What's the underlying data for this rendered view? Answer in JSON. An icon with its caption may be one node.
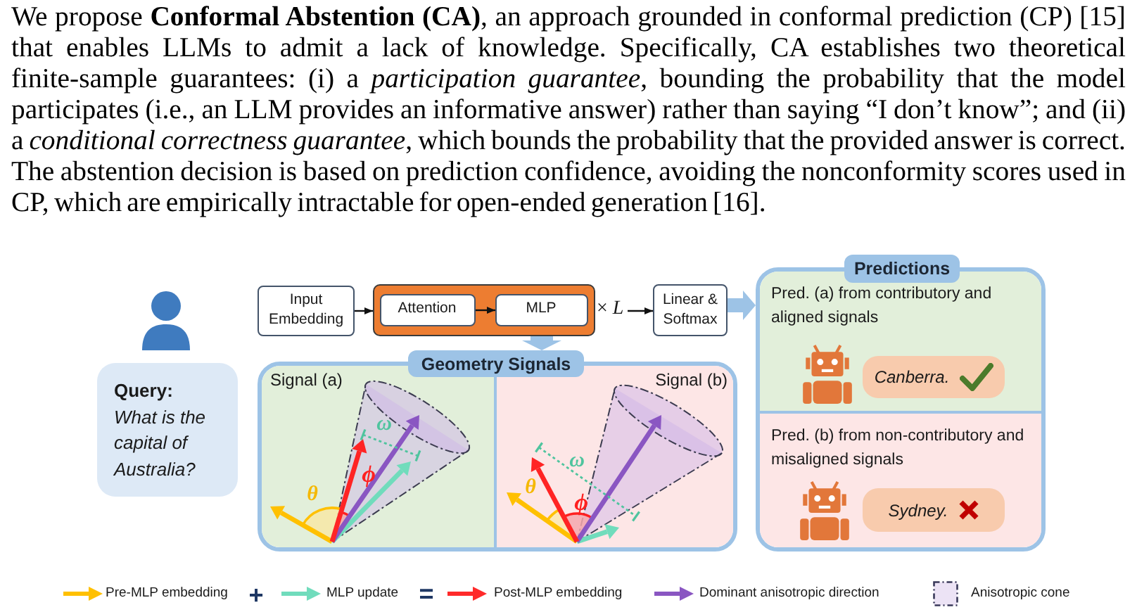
{
  "diagram": {
    "nodes": [
      {
        "text": [
          "Query:",
          "What is the capital of Australia?"
        ]
      },
      {
        "text": [
          "Input Embedding"
        ]
      },
      {
        "text": [],
        "shape": "box",
        "beside": [
          "× *L*"
        ]
      },
      {
        "text": [
          "Attention"
        ],
        "in": 2
      },
      {
        "text": [
          "MLP"
        ],
        "in": 2
      },
      {
        "text": [
          "Linear & Softmax"
        ]
      },
      {
        "text": [
          "Geometry Signals"
        ]
      },
      {
        "text": [
          "Signal (a)"
        ],
        "in": 6
      },
      {
        "text": [
          "Signal (b)"
        ],
        "in": 6
      },
      {
        "text": [
          "Predictions"
        ]
      },
      {
        "text": [
          "Pred. (a) from contributory and aligned signals"
        ],
        "in": 9
      },
      {
        "text": [
          "Canberra."
        ],
        "in": 10
      },
      {
        "text": [
          "Pred. (b) from non-contributory and misaligned signals"
        ],
        "in": 9
      },
      {
        "text": [
          "Sydney."
        ],
        "in": 12
      }
    ],
    "edges": [
      {
        "from": 1,
        "to": 2,
        "arrow": "to"
      },
      {
        "from": 3,
        "to": 4,
        "arrow": "to"
      },
      {
        "from": 2,
        "to": 5,
        "arrow": "to"
      },
      {
        "from": 2,
        "to": 6,
        "arrow": "to",
        "style": "thick",
        "color": "#9dc3e6"
      },
      {
        "from": 5,
        "to": 9,
        "arrow": "to",
        "style": "thick",
        "color": "#9dc3e6"
      }
    ],
    "labels": [
      "We propose **Conformal Abstention (CA)**, an approach grounded in conformal prediction (CP) [15] that enables LLMs to admit a lack of knowledge. Specifically, CA establishes two theoretical finite-sample guarantees: (i) a *participation guarantee*, bounding the probability that the model participates (i.e., an LLM provides an informative answer) rather than saying “I don’t know”; and (ii) a *conditional correctness guarantee*, which bounds the probability that the provided answer is correct. The abstention decision is based on prediction confidence, avoiding the nonconformity scores used in CP, which are empirically intractable for open-ended generation [16].",
      "ω",
      "ϕ",
      "θ",
      "ω",
      "θ",
      "ϕ",
      "+",
      "="
    ],
    "legend": [
      {
        "text": "Pre-MLP embedding"
      },
      {
        "text": "MLP update"
      },
      {
        "text": "Post-MLP embedding"
      },
      {
        "text": "Dominant anisotropic direction"
      },
      {
        "text": "Anisotropic cone"
      }
    ]
  }
}
